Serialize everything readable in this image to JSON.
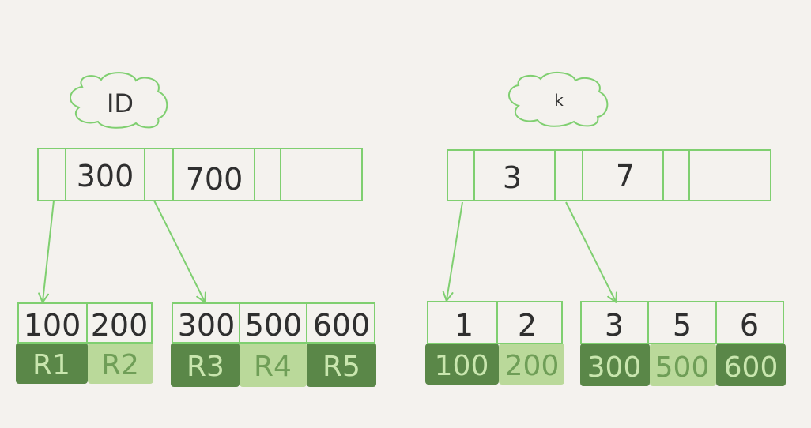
{
  "colors": {
    "outline": "#7fcf70",
    "dark_green": "#5a8748",
    "light_green": "#bad99a",
    "text_dark": "#2f2f2f",
    "text_on_dark": "#c9e6ae",
    "text_on_light": "#6f9e57",
    "background": "#f4f2ee"
  },
  "trees": [
    {
      "id": "id-tree",
      "label": "ID",
      "root_keys": [
        "300",
        "700"
      ],
      "leaves": [
        {
          "keys": [
            "100",
            "200"
          ],
          "values": [
            {
              "text": "R1",
              "shade": "dark"
            },
            {
              "text": "R2",
              "shade": "light"
            }
          ]
        },
        {
          "keys": [
            "300",
            "500",
            "600"
          ],
          "values": [
            {
              "text": "R3",
              "shade": "dark"
            },
            {
              "text": "R4",
              "shade": "light"
            },
            {
              "text": "R5",
              "shade": "dark"
            }
          ]
        }
      ]
    },
    {
      "id": "k-tree",
      "label": "k",
      "root_keys": [
        "3",
        "7"
      ],
      "leaves": [
        {
          "keys": [
            "1",
            "2"
          ],
          "values": [
            {
              "text": "100",
              "shade": "dark"
            },
            {
              "text": "200",
              "shade": "light"
            }
          ]
        },
        {
          "keys": [
            "3",
            "5",
            "6"
          ],
          "values": [
            {
              "text": "300",
              "shade": "dark"
            },
            {
              "text": "500",
              "shade": "light"
            },
            {
              "text": "600",
              "shade": "dark"
            }
          ]
        }
      ]
    }
  ]
}
